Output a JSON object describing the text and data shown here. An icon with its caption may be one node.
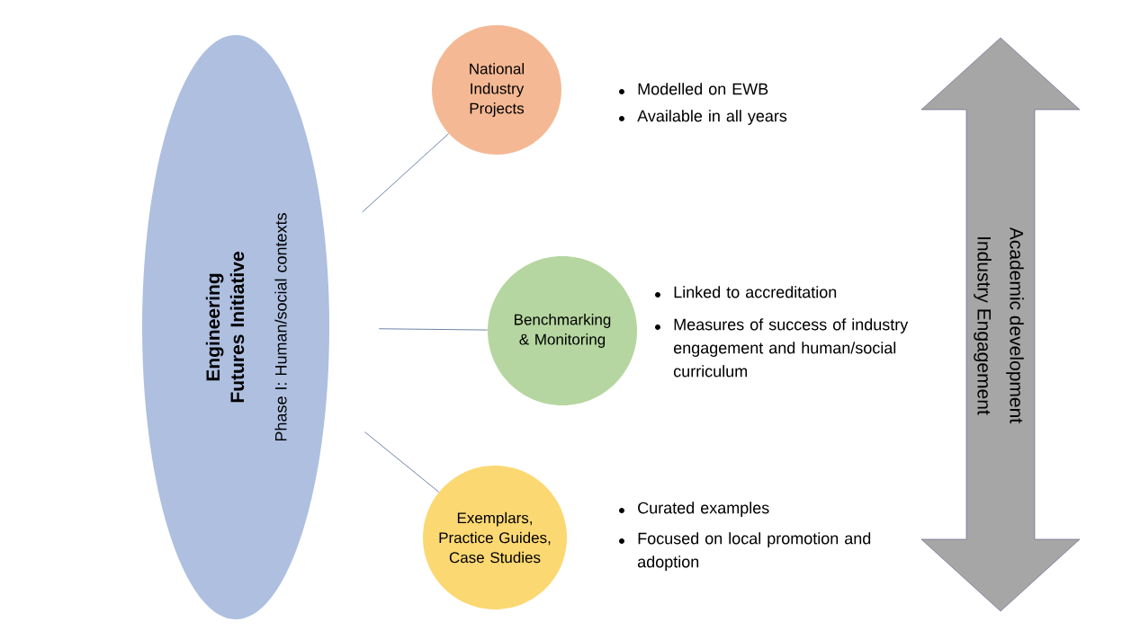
{
  "diagram": {
    "nodes": [
      {
        "text": [
          "Engineering Futures Initiative",
          "Phase I: Human/social contexts"
        ]
      },
      {
        "text": [
          "National Industry Projects"
        ],
        "beside": [
          "Modelled on EWB",
          "Available in all years"
        ]
      },
      {
        "text": [
          "Benchmarking & Monitoring"
        ],
        "beside": [
          "Linked to accreditation",
          "Measures of success of industry engagement and human/social curriculum"
        ]
      },
      {
        "text": [
          "Exemplars, Practice Guides, Case Studies"
        ],
        "beside": [
          "Curated examples",
          "Focused on local promotion and adoption"
        ]
      },
      {
        "text": [
          "Academic development",
          "Industry Engagement"
        ]
      }
    ],
    "edges": [
      {
        "from": 0,
        "to": 1,
        "arrow": "none"
      },
      {
        "from": 0,
        "to": 2,
        "arrow": "none"
      },
      {
        "from": 0,
        "to": 3,
        "arrow": "none"
      }
    ]
  }
}
